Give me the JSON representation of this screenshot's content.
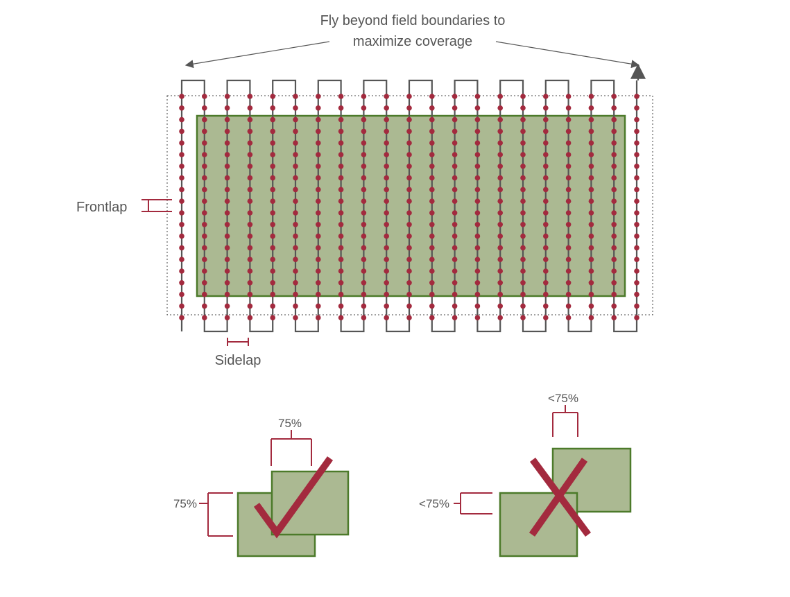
{
  "diagram": {
    "caption_line1": "Fly beyond field boundaries to",
    "caption_line2": "maximize coverage",
    "frontlap_label": "Frontlap",
    "sidelap_label": "Sidelap",
    "good_example": {
      "horizontal_overlap_label": "75%",
      "vertical_overlap_label": "75%"
    },
    "bad_example": {
      "horizontal_overlap_label": "<75%",
      "vertical_overlap_label": "<75%"
    },
    "icons": {
      "good": "check-mark-icon",
      "bad": "x-mark-icon"
    },
    "colors": {
      "field_fill": "#abb992",
      "field_stroke": "#4c7a2a",
      "photo_points": "#a32a3e",
      "flight_path": "#555555",
      "labels": "#555555"
    }
  }
}
